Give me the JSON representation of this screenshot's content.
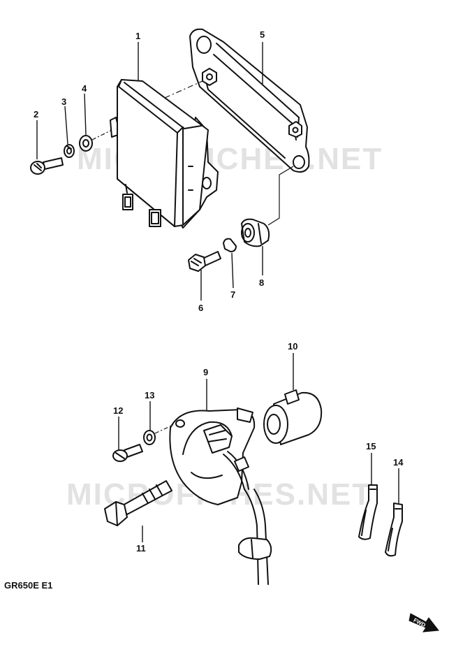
{
  "watermark": "MICROFICHES.NET",
  "diagram_code": "GR650E  E1",
  "fwd_label": "FWD",
  "callouts": {
    "c1": "1",
    "c2": "2",
    "c3": "3",
    "c4": "4",
    "c5": "5",
    "c6": "6",
    "c7": "7",
    "c8": "8",
    "c9": "9",
    "c10": "10",
    "c11": "11",
    "c12": "12",
    "c13": "13",
    "c14": "14",
    "c15": "15"
  }
}
